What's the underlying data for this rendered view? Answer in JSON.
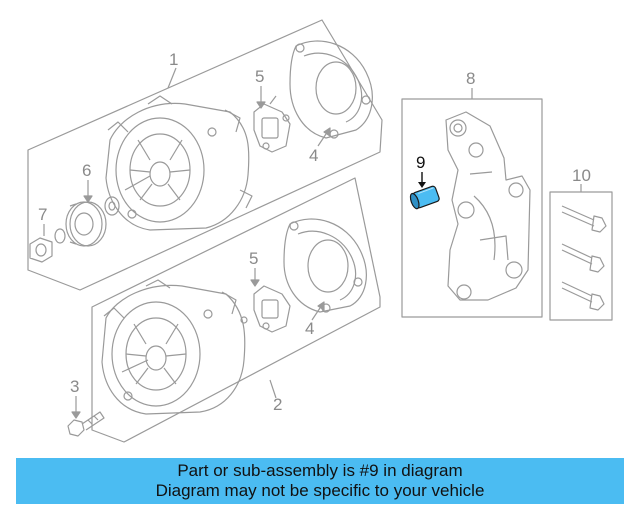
{
  "diagram": {
    "callouts": {
      "c1": "1",
      "c2": "2",
      "c3": "3",
      "c4a": "4",
      "c4b": "4",
      "c5a": "5",
      "c5b": "5",
      "c6": "6",
      "c7": "7",
      "c8": "8",
      "c9": "9",
      "c10": "10"
    },
    "highlight_color": "#4bbcf2",
    "line_color": "#9a9a9a"
  },
  "banner": {
    "line1": "Part or sub-assembly is #9 in diagram",
    "line2": "Diagram may not be specific to your vehicle",
    "background": "#4bbcf2"
  }
}
